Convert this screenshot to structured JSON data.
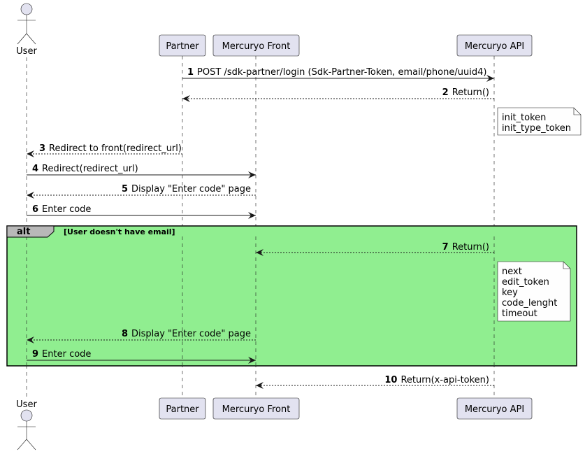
{
  "participants": {
    "user": "User",
    "partner": "Partner",
    "front": "Mercuryo Front",
    "api": "Mercuryo API"
  },
  "messages": [
    {
      "num": "1",
      "text": "POST /sdk-partner/login (Sdk-Partner-Token, email/phone/uuid4)"
    },
    {
      "num": "2",
      "text": "Return()"
    },
    {
      "num": "3",
      "text": "Redirect to front(redirect_url)"
    },
    {
      "num": "4",
      "text": "Redirect(redirect_url)"
    },
    {
      "num": "5",
      "text": "Display \"Enter code\" page"
    },
    {
      "num": "6",
      "text": "Enter code"
    },
    {
      "num": "7",
      "text": "Return()"
    },
    {
      "num": "8",
      "text": "Display \"Enter code\" page"
    },
    {
      "num": "9",
      "text": "Enter code"
    },
    {
      "num": "10",
      "text": "Return(x-api-token)"
    }
  ],
  "notes": {
    "note1": [
      "init_token",
      "init_type_token"
    ],
    "note2": [
      "next",
      "edit_token",
      "key",
      "code_lenght",
      "timeout"
    ]
  },
  "alt": {
    "keyword": "alt",
    "condition": "[User doesn't have email]",
    "fill": "#90EE90"
  }
}
